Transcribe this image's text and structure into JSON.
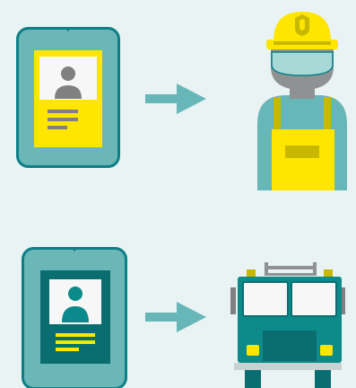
{
  "colors": {
    "background": "#e9f3f4",
    "teal_border": "#0d7f86",
    "teal_light": "#67b7b8",
    "teal_dark": "#0a6e70",
    "yellow": "#ffe600",
    "yellow_dark": "#c9b800",
    "gray": "#808080",
    "card_white": "#f7f7f7",
    "skin_gray": "#8f9292",
    "mask": "#a7d9d7"
  },
  "rows": [
    {
      "source": "id-card-yellow",
      "target": "firefighter"
    },
    {
      "source": "id-card-teal",
      "target": "fire-truck"
    }
  ],
  "icons": {
    "card_top": "tablet-id-card-icon",
    "arrow": "right-arrow-icon",
    "person": "firefighter-icon",
    "card_bottom": "tablet-id-card-icon",
    "truck": "fire-truck-icon"
  }
}
